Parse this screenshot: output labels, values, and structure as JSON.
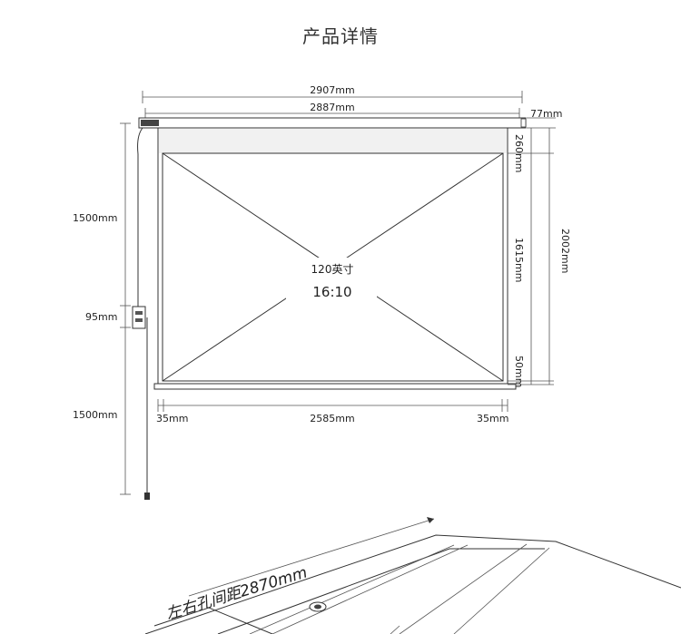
{
  "title": "产品详情",
  "dimensions": {
    "total_width": "2907mm",
    "case_width": "2887mm",
    "case_height": "77mm",
    "top_border": "260mm",
    "total_height": "2002mm",
    "view_height": "1615mm",
    "bottom_border": "50mm",
    "left_border": "35mm",
    "view_width": "2585mm",
    "right_border": "35mm",
    "cord_top": "1500mm",
    "switch": "95mm",
    "cord_bottom": "1500mm"
  },
  "screen": {
    "size": "120英寸",
    "ratio": "16:10"
  },
  "install": {
    "hole_spacing": "左右孔间距2870mm"
  }
}
